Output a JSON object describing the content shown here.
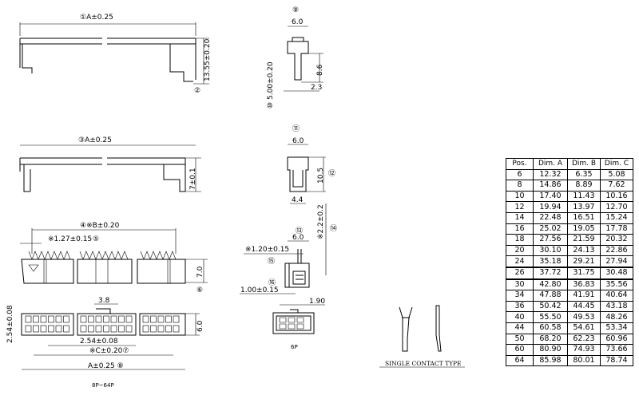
{
  "drawing": {
    "view1": {
      "dim_a": "①A±0.25",
      "dim_height": "13.55±0.20",
      "callout": "②"
    },
    "view2": {
      "dim_a": "③A±0.25",
      "dim_height": "7±0.1"
    },
    "view3": {
      "dim_b": "④※B±0.20",
      "pitch": "※1.27±0.15",
      "pitch_callout": "⑤",
      "dim_height": "7.0",
      "callout": "⑥"
    },
    "view4": {
      "dim_top": "3.8",
      "row_pitch": "2.54±0.08",
      "col_pitch": "2.54±0.08",
      "dim_c": "※C±0.20⑦",
      "dim_a": "A±0.25 ⑧",
      "dim_height": "6.0",
      "caption": "8P~64P"
    },
    "view5": {
      "callout": "⑨",
      "width": "6.0",
      "height": "8.6",
      "tail": "2.3",
      "offset": "5.00±0.20",
      "offset_callout": "⑩"
    },
    "view6": {
      "callout": "⑪",
      "width": "6.0",
      "height": "10.5",
      "height_callout": "⑫",
      "bottom": "4.4"
    },
    "view7": {
      "callout": "⑬",
      "width": "6.0",
      "pin": "※1.20±0.15",
      "pin_callout": "⑮",
      "height": "※2.2±0.2",
      "height_callout": "⑭",
      "gap_callout": "⑯",
      "gap": "1.00±0.15"
    },
    "view8": {
      "pitch": "1.90",
      "caption": "6P"
    },
    "contact": {
      "caption": "SINGLE CONTACT TYPE"
    }
  },
  "table": {
    "headers": [
      "Pos.",
      "Dim. A",
      "Dim. B",
      "Dim. C"
    ],
    "rows": [
      [
        "6",
        "12.32",
        "6.35",
        "5.08"
      ],
      [
        "8",
        "14.86",
        "8.89",
        "7.62"
      ],
      [
        "10",
        "17.40",
        "11.43",
        "10.16"
      ],
      [
        "12",
        "19.94",
        "13.97",
        "12.70"
      ],
      [
        "14",
        "22.48",
        "16.51",
        "15.24"
      ],
      [
        "16",
        "25.02",
        "19.05",
        "17.78"
      ],
      [
        "18",
        "27.56",
        "21.59",
        "20.32"
      ],
      [
        "20",
        "30.10",
        "24.13",
        "22.86"
      ],
      [
        "24",
        "35.18",
        "29.21",
        "27.94"
      ],
      [
        "26",
        "37.72",
        "31.75",
        "30.48"
      ],
      [
        "30",
        "42.80",
        "36.83",
        "35.56"
      ],
      [
        "34",
        "47.88",
        "41.91",
        "40.64"
      ],
      [
        "36",
        "50.42",
        "44.45",
        "43.18"
      ],
      [
        "40",
        "55.50",
        "49.53",
        "48.26"
      ],
      [
        "44",
        "60.58",
        "54.61",
        "53.34"
      ],
      [
        "50",
        "68.20",
        "62.23",
        "60.96"
      ],
      [
        "60",
        "80.90",
        "74.93",
        "73.66"
      ],
      [
        "64",
        "85.98",
        "80.01",
        "78.74"
      ]
    ],
    "highlighted_row": "26"
  }
}
